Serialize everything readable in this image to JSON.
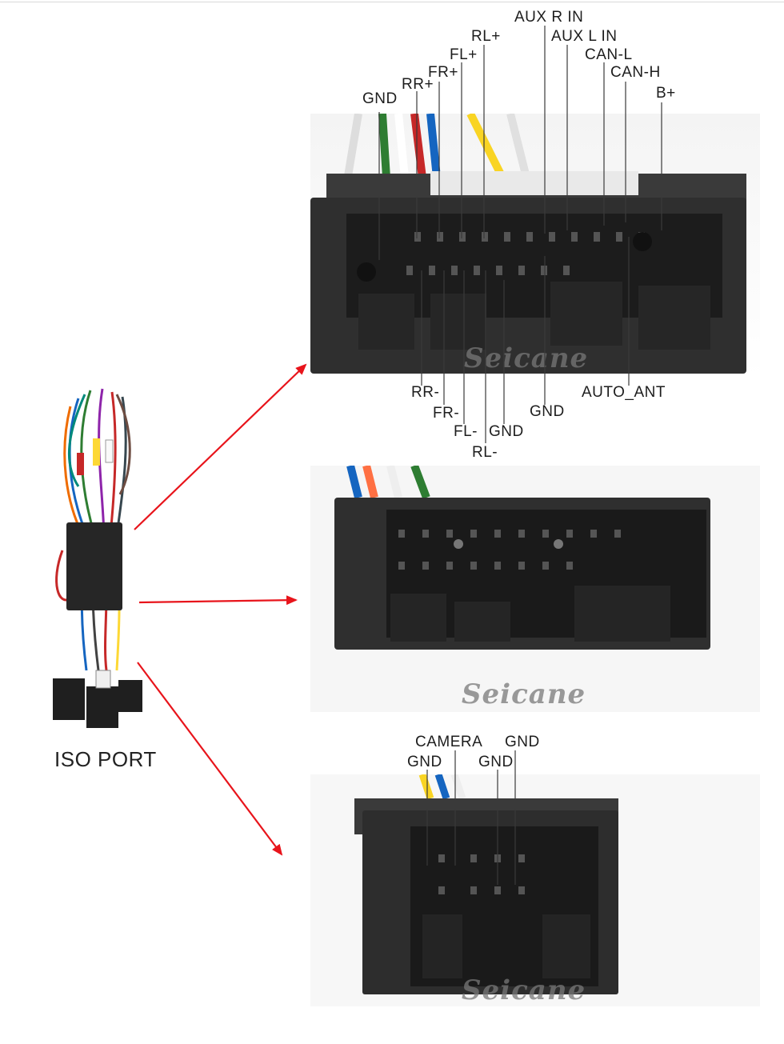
{
  "left": {
    "caption": "ISO PORT"
  },
  "watermark": "Seicane",
  "connector1": {
    "top_labels": [
      "AUX R IN",
      "RL+",
      "AUX L IN",
      "FL+",
      "CAN-L",
      "FR+",
      "CAN-H",
      "RR+",
      "B+",
      "GND"
    ],
    "bottom_labels": [
      "RR-",
      "AUTO_ANT",
      "GND",
      "FR-",
      "FL-",
      "GND",
      "RL-"
    ]
  },
  "connector3": {
    "labels": [
      "CAMERA",
      "GND",
      "GND",
      "GND"
    ]
  },
  "colors": {
    "arrow": "#e8141b",
    "connector": "#2e2e2e",
    "leader": "#3a3a3a"
  }
}
